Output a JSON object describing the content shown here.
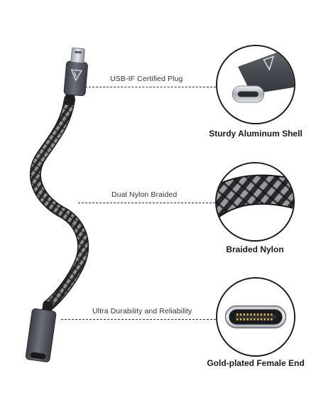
{
  "callouts": [
    {
      "label": "USB-IF Certified Plug",
      "caption": "Sturdy Aluminum Shell",
      "detail_icon": "usb-c-male-plug-icon"
    },
    {
      "label": "Dual Nylon Braided",
      "caption": "Braided Nylon",
      "detail_icon": "braided-nylon-cable-icon"
    },
    {
      "label": "Ultra Durability and Reliability",
      "caption": "Gold-plated Female End",
      "detail_icon": "usb-c-female-port-icon"
    }
  ],
  "colors": {
    "shell": "#5a5d66",
    "shell_dark": "#3c3e45",
    "braid_dark": "#2b2b2e",
    "braid_light": "#8d8d92",
    "gold_pins": "#e2b93b",
    "outline": "#1b1b1b"
  }
}
